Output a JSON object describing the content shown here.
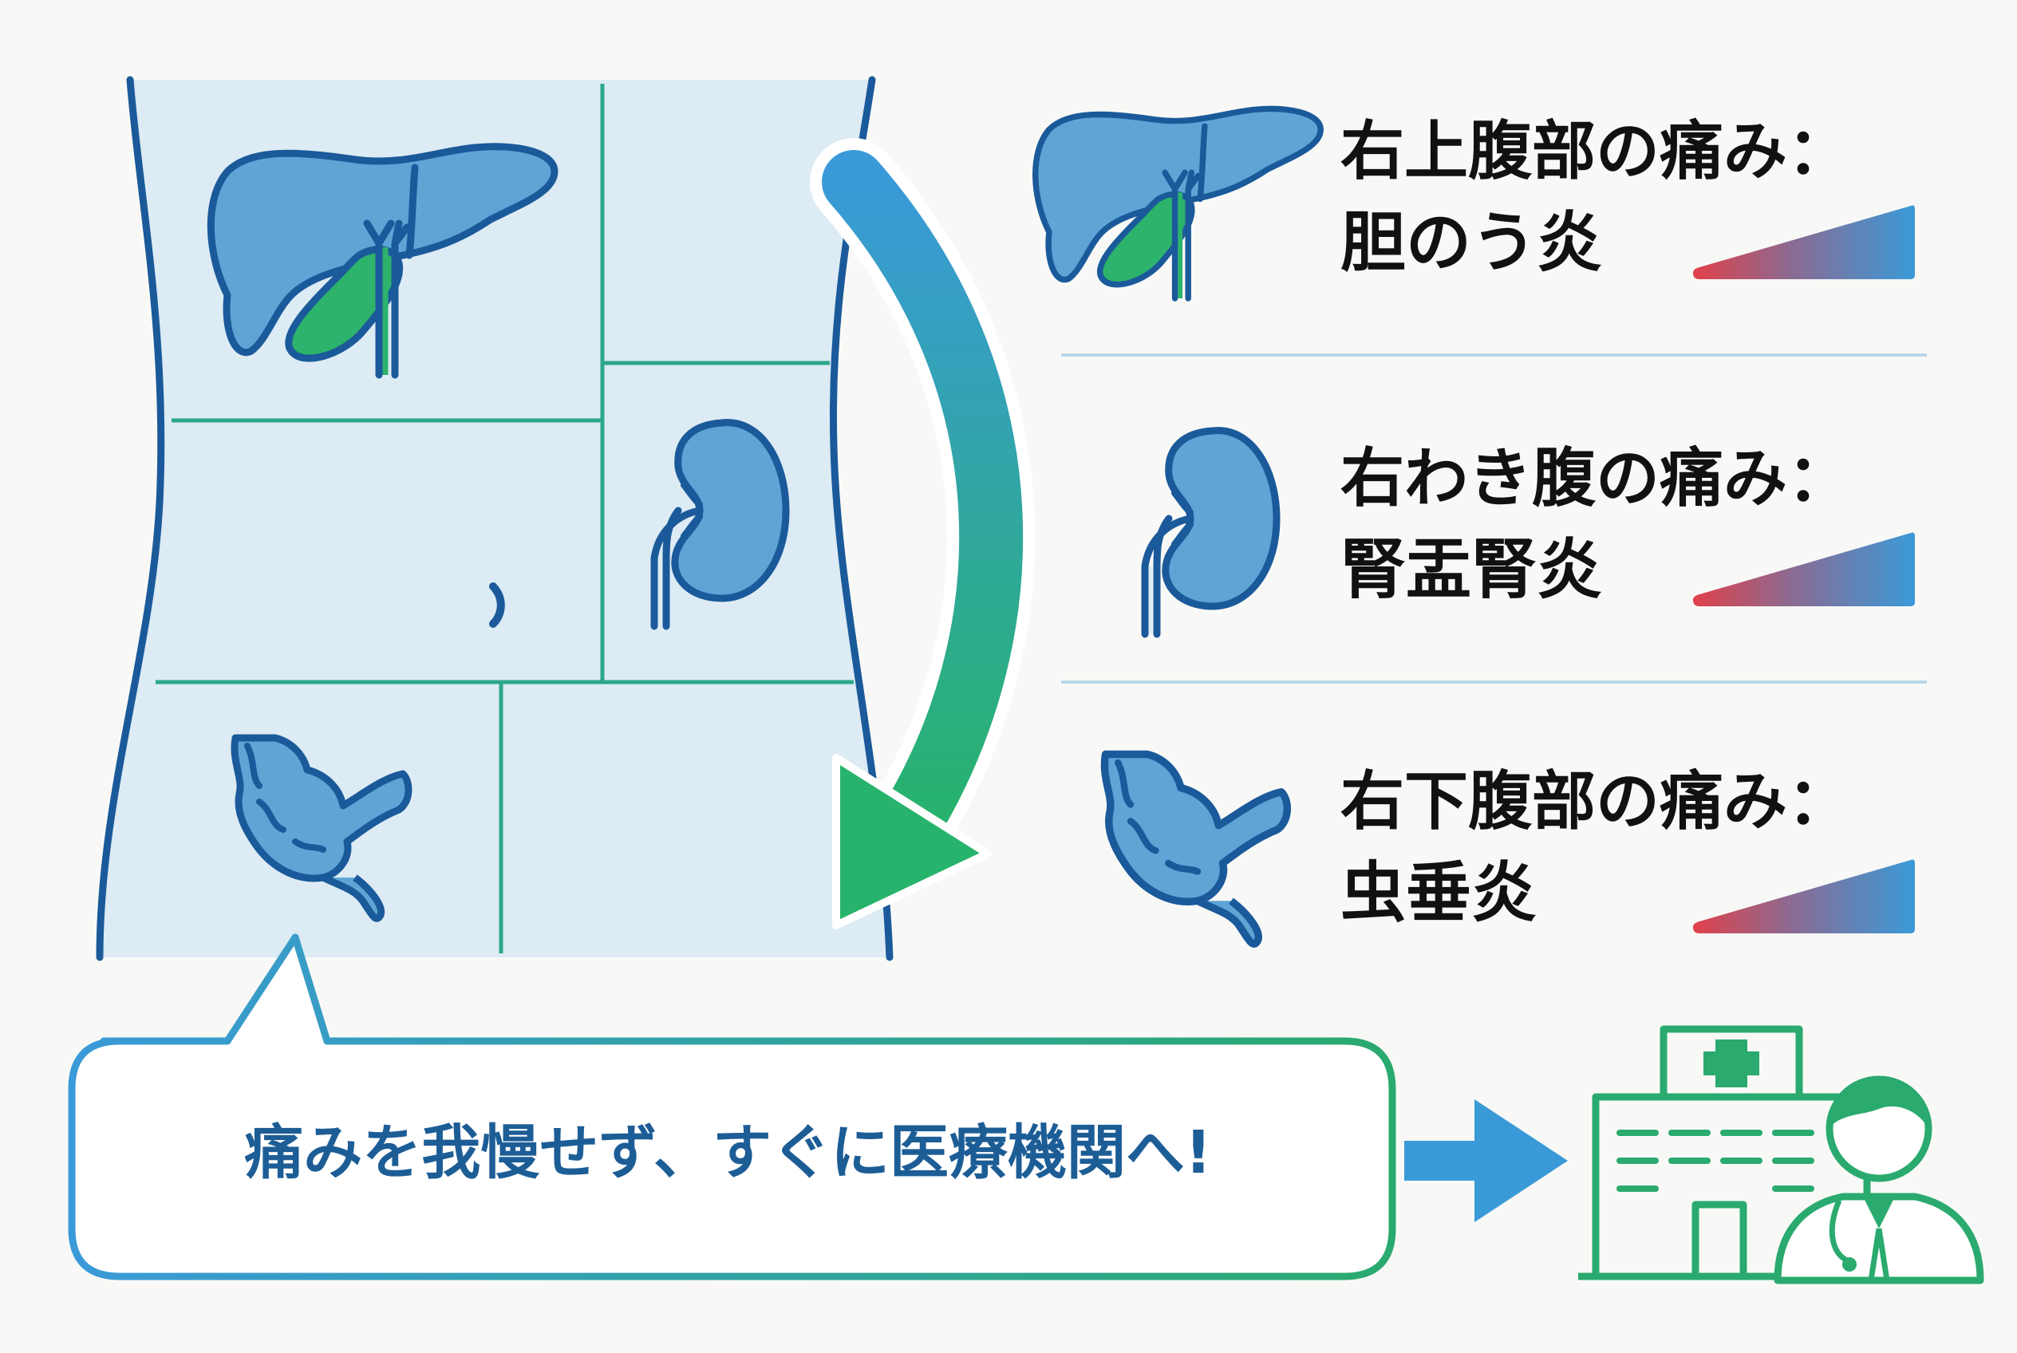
{
  "colors": {
    "background": "#f8f9f7",
    "panel_fill": "#dcebf4",
    "outline_blue": "#1b5a9a",
    "organ_blue": "#5ea5d6",
    "gallbladder_green": "#2db36b",
    "grid_green": "#2ba78a",
    "arrow_blue": "#3a9ad8",
    "arrow_green": "#27b36b",
    "severity_red": "#e0414a",
    "severity_blue": "#3a9ad8",
    "hospital_green": "#2aaa6e",
    "divider": "#b9d7ea"
  },
  "items": [
    {
      "icon": "liver-gallbladder-icon",
      "region": "右上腹部の痛み：",
      "condition": "胆のう炎"
    },
    {
      "icon": "kidney-icon",
      "region": "右わき腹の痛み：",
      "condition": "腎盂腎炎"
    },
    {
      "icon": "appendix-icon",
      "region": "右下腹部の痛み：",
      "condition": "虫垂炎"
    }
  ],
  "banner": {
    "text": "痛みを我慢せず、すぐに医療機関へ!"
  },
  "icons": [
    "torso-diagram",
    "curved-arrow",
    "right-arrow-icon",
    "hospital-icon",
    "doctor-icon",
    "severity-bar"
  ]
}
